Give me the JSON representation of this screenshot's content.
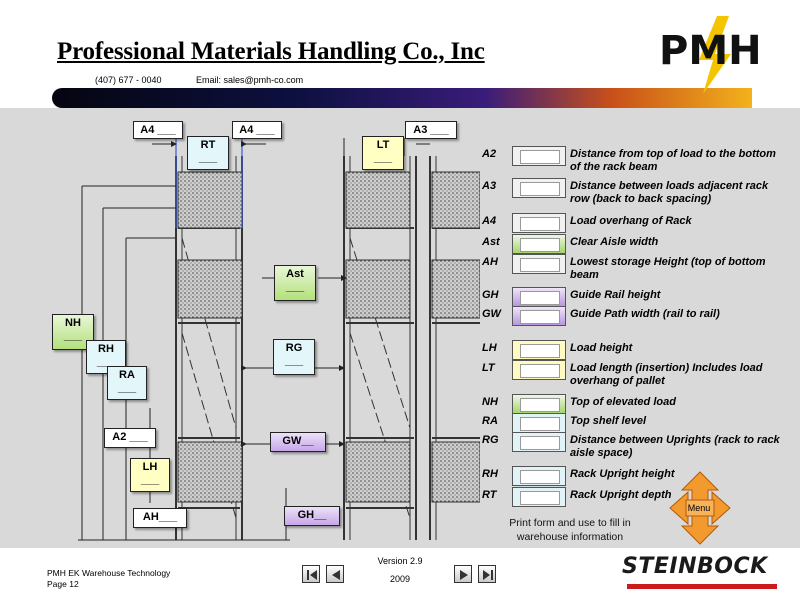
{
  "header": {
    "title": "Professional Materials Handling Co., Inc",
    "phone": "(407) 677 - 0040",
    "email": "Email: sales@pmh-co.com",
    "logo_text": "PMH"
  },
  "diagram_labels": {
    "a4_left": "A4 ___",
    "a4_right": "A4 ___",
    "rt": "RT",
    "lt": "LT",
    "a3": "A3 ___",
    "ast": "Ast",
    "rg": "RG",
    "gw": "GW__",
    "gh": "GH__",
    "nh": "NH",
    "rh": "RH",
    "ra": "RA",
    "a2": "A2 ___",
    "lh": "LH",
    "ah": "AH___",
    "blank": "___"
  },
  "legend": [
    {
      "code": "A2",
      "color": "white",
      "desc": "Distance from top of load to the bottom of the rack beam"
    },
    {
      "code": "A3",
      "color": "white",
      "desc": "Distance between loads adjacent rack row (back to back spacing)"
    },
    {
      "code": "A4",
      "color": "white",
      "desc": "Load overhang of Rack"
    },
    {
      "code": "Ast",
      "color": "green",
      "desc": "Clear Aisle width"
    },
    {
      "code": "AH",
      "color": "white",
      "desc": "Lowest storage Height (top of bottom beam"
    },
    {
      "code": "GH",
      "color": "purple",
      "desc": "Guide Rail height"
    },
    {
      "code": "GW",
      "color": "purple",
      "desc": "Guide Path width (rail to rail)"
    },
    {
      "code": "LH",
      "color": "yellow",
      "desc": "Load height"
    },
    {
      "code": "LT",
      "color": "yellow",
      "desc": "Load length (insertion) Includes load overhang of pallet"
    },
    {
      "code": "NH",
      "color": "green",
      "desc": "Top of elevated load"
    },
    {
      "code": "RA",
      "color": "cyan",
      "desc": "Top shelf level"
    },
    {
      "code": "RG",
      "color": "cyan",
      "desc": "Distance between Uprights (rack to rack aisle space)"
    },
    {
      "code": "RH",
      "color": "cyan",
      "desc": "Rack Upright height"
    },
    {
      "code": "RT",
      "color": "cyan",
      "desc": "Rack Upright depth"
    }
  ],
  "print_note": "Print form and use to fill in warehouse information",
  "menu": {
    "label": "Menu"
  },
  "footer": {
    "company_line": "PMH EK Warehouse Technology",
    "page": "Page 12",
    "version": "Version 2.9",
    "year": "2009",
    "brand": "STEINBOCK"
  },
  "colors": {
    "green_box": "#a5d66a",
    "purple_box": "#b896e0",
    "yellow_box": "#fdfbc0",
    "cyan_box": "#e0f4f8",
    "menu_orange": "#f39a2e",
    "brand_red": "#cc1b1b"
  },
  "icons": {
    "nav_first": "skip-back-icon",
    "nav_prev": "previous-icon",
    "nav_next": "next-icon",
    "nav_last": "skip-forward-icon"
  }
}
